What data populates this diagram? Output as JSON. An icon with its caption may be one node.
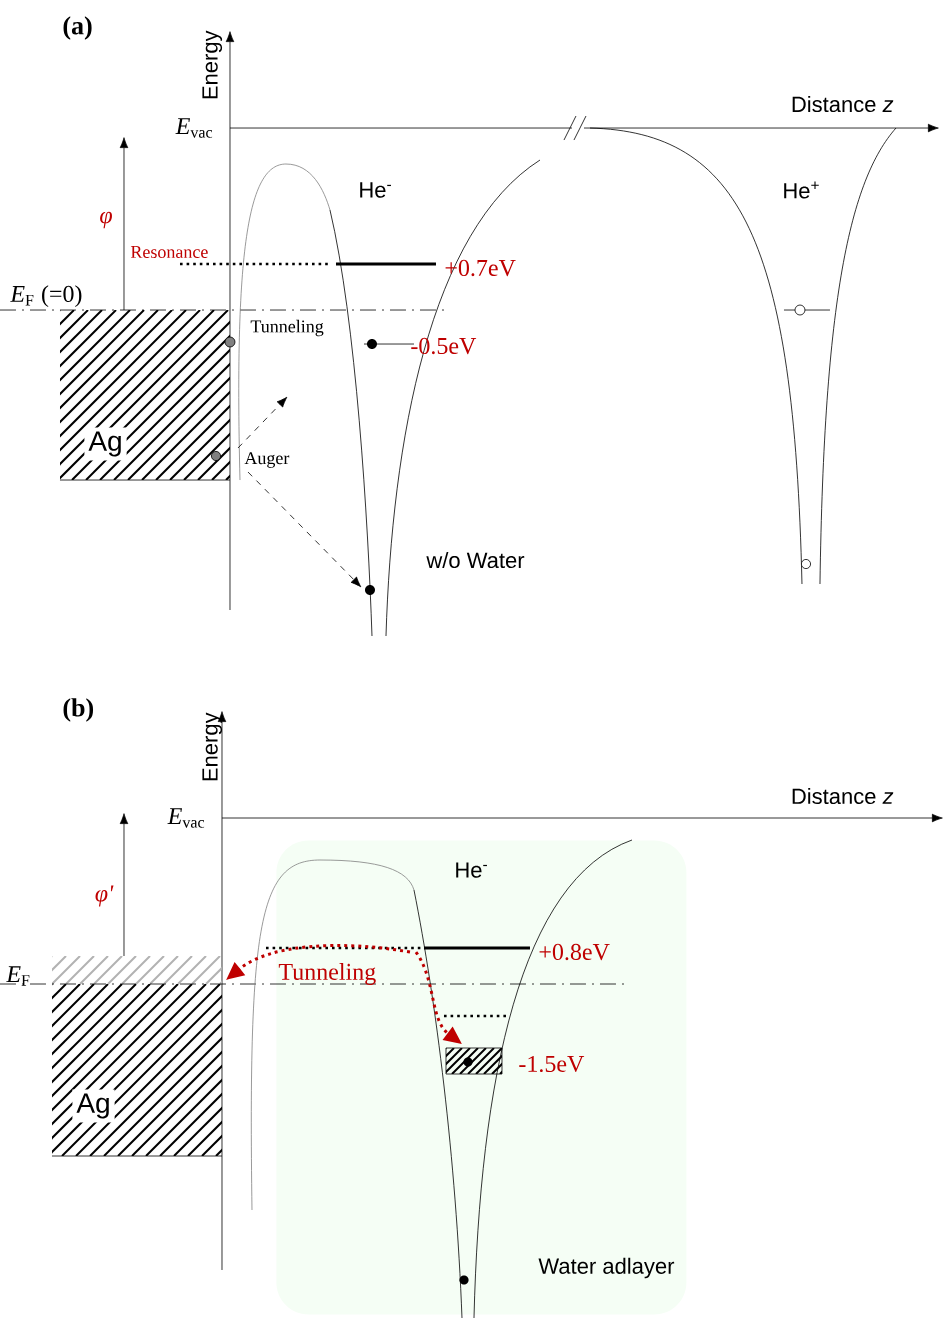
{
  "diagram": {
    "nodes": [
      {
        "text": [
          "He$^{-}$",
          "Water adlayer"
        ]
      }
    ],
    "labels": [
      "(a)",
      "Energy",
      "*E*$_{vac}$",
      "Distance *z*",
      "He$^{-}$",
      "He$^{+}$",
      "φ",
      "Resonance",
      "+0.7eV",
      "*E*$_{F}$ (=0)",
      "Tunneling",
      "-0.5eV",
      "Ag",
      "Auger",
      "w/o Water",
      "(b)",
      "Energy",
      "*E*$_{vac}$",
      "Distance *z*",
      "φ'",
      "*E*$_{F}$",
      "Tunneling",
      "+0.8eV",
      "-1.5eV",
      "Ag"
    ]
  }
}
